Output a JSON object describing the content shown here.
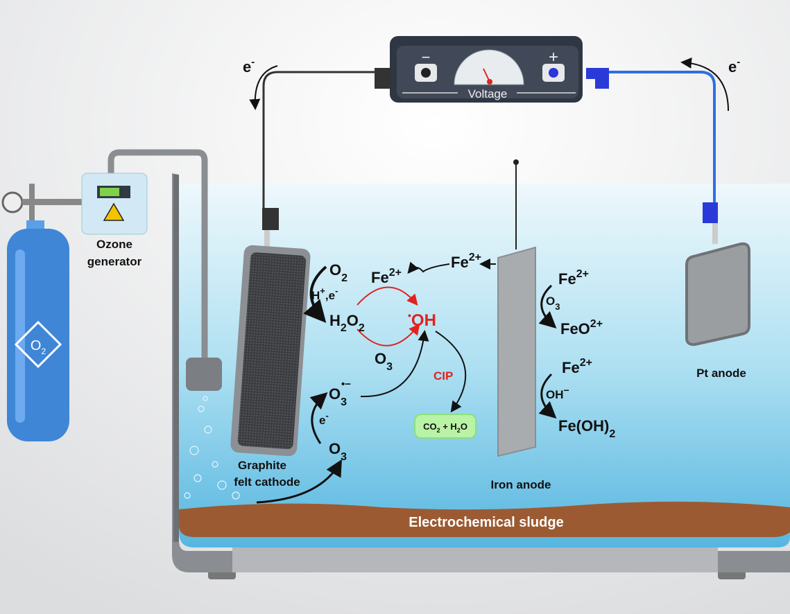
{
  "power_supply": {
    "minus": "−",
    "plus": "+",
    "label": "Voltage"
  },
  "electrons": {
    "left": "e",
    "right": "e",
    "charge": "-"
  },
  "cylinder": {
    "label_base": "O",
    "label_sub": "2"
  },
  "ozone_generator": {
    "line1": "Ozone",
    "line2": "generator"
  },
  "cathode": {
    "line1": "Graphite",
    "line2": "felt cathode"
  },
  "iron_anode": {
    "label": "Iron anode"
  },
  "pt_anode": {
    "label": "Pt anode"
  },
  "sludge": {
    "label": "Electrochemical sludge"
  },
  "reactions": {
    "o2": {
      "base": "O",
      "sub": "2"
    },
    "h_e": {
      "h": "H",
      "hsup": "+",
      "comma": ",e",
      "esup": "-"
    },
    "h2o2": {
      "a": "H",
      "s1": "2",
      "b": "O",
      "s2": "2"
    },
    "fe_left": {
      "base": "Fe",
      "sup": "2+"
    },
    "fe_top": {
      "base": "Fe",
      "sup": "2+"
    },
    "oh_radical": {
      "dot": "•",
      "text": "OH"
    },
    "o3_mid": {
      "base": "O",
      "sub": "3"
    },
    "cip": "CIP",
    "products": {
      "a": "CO",
      "s1": "2",
      "b": " + H",
      "s2": "2",
      "c": "O"
    },
    "o3_radical": {
      "base": "O",
      "sub": "3",
      "sup": "•−"
    },
    "e_minus": {
      "base": "e",
      "sup": "-"
    },
    "o3_bottom": {
      "base": "O",
      "sub": "3"
    },
    "fe_r1": {
      "base": "Fe",
      "sup": "2+"
    },
    "o3_r": {
      "base": "O",
      "sub": "3"
    },
    "feo": {
      "base": "FeO",
      "sup": "2+"
    },
    "fe_r2": {
      "base": "Fe",
      "sup": "2+"
    },
    "oh_minus": {
      "base": "OH",
      "sup": "−"
    },
    "feoh2": {
      "base": "Fe(OH)",
      "sub": "2"
    }
  },
  "colors": {
    "water_top": "#e8f5fb",
    "water_bottom": "#56b6e0",
    "sludge": "#9c5a32",
    "radical": "#e0231f",
    "cylinder": "#3f86d6",
    "wire_pos": "#2f6fe0",
    "product_box": "#b9f3a6"
  }
}
